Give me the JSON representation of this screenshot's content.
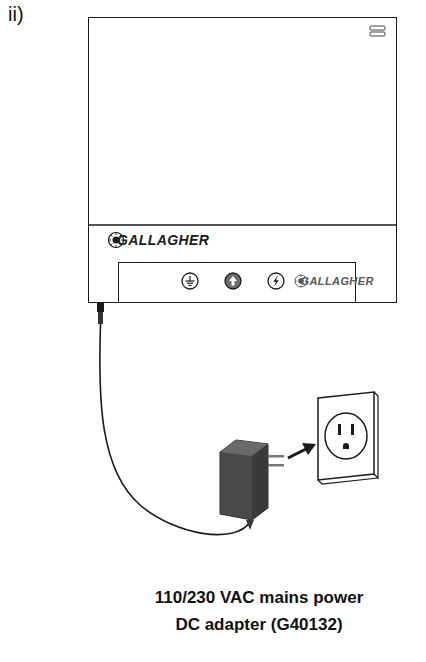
{
  "diagram": {
    "caption": "110/230 VAC mains power DC adapter (G40132)",
    "nodes": [
      {
        "text": [
          "GALLAGHER"
        ]
      },
      {
        "text": [
          "GALLAGHER"
        ],
        "in": 0
      }
    ],
    "labels": [
      "ii)"
    ]
  }
}
